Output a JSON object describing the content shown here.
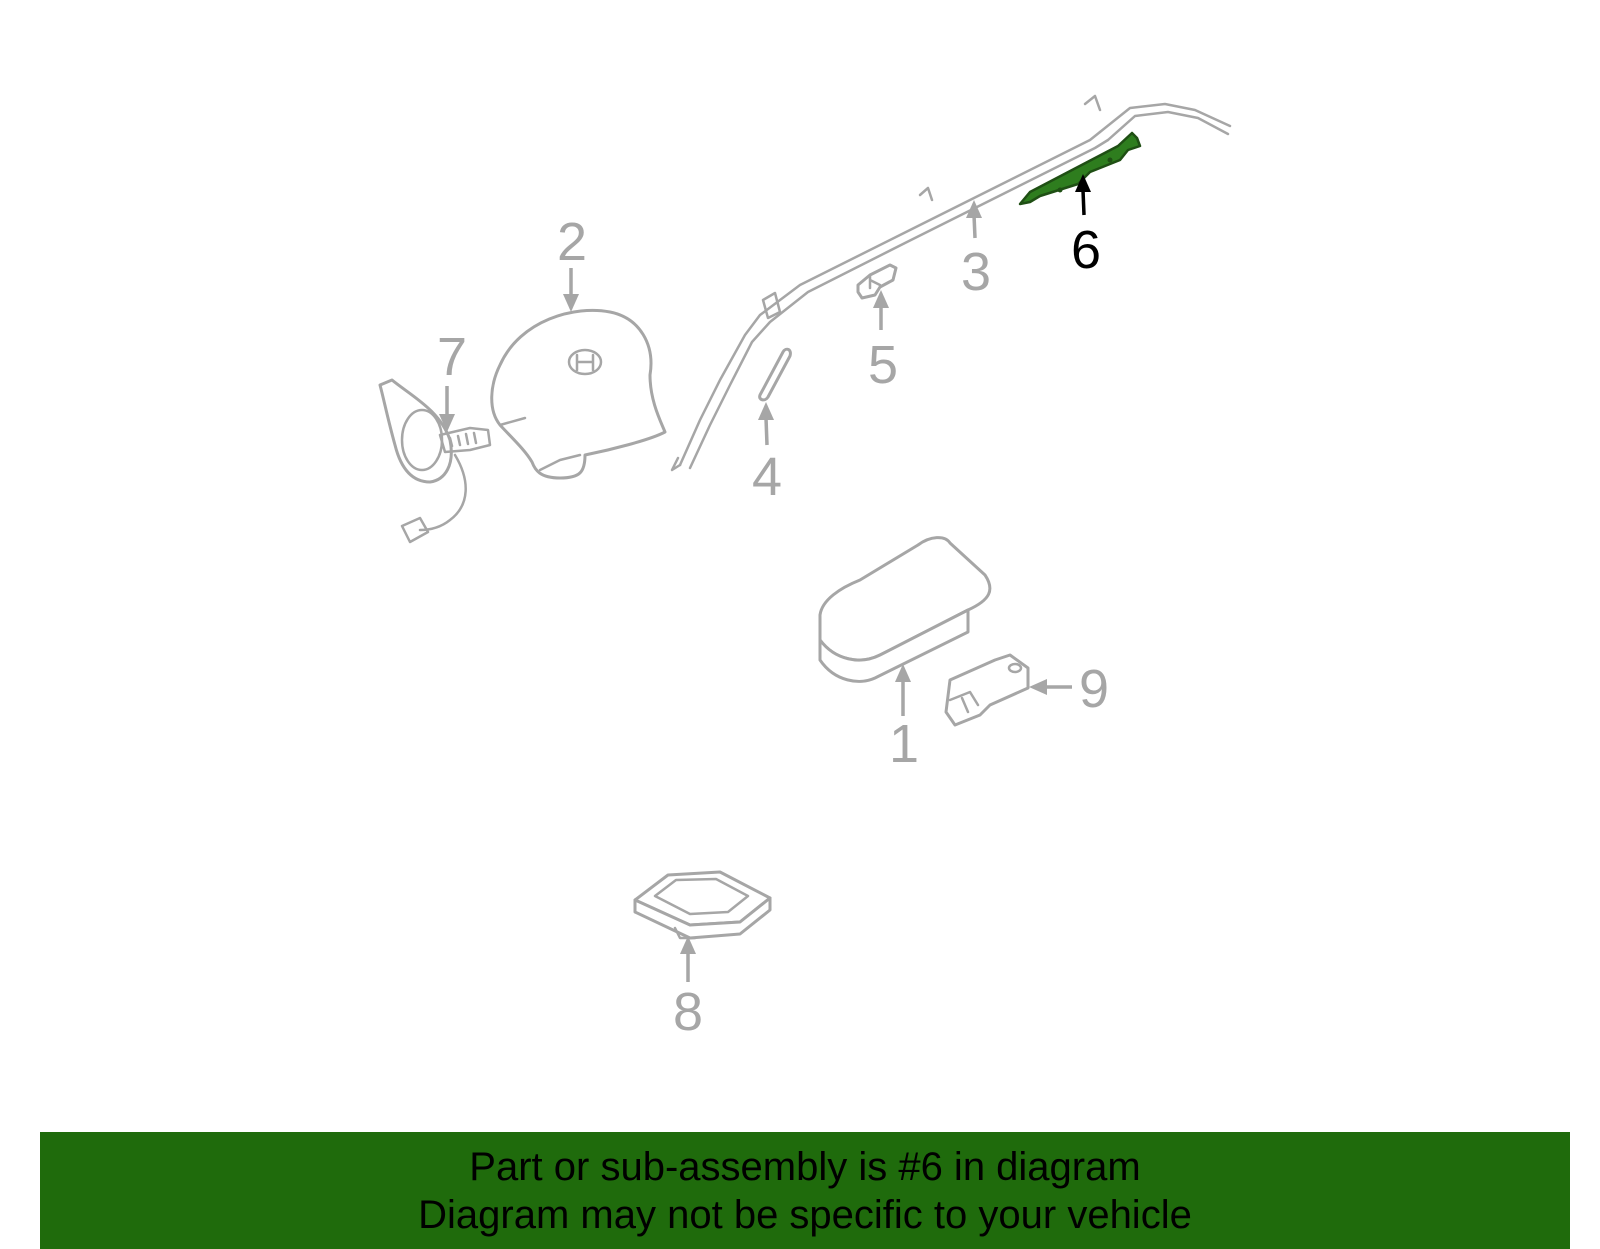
{
  "callouts": {
    "c1": "1",
    "c2": "2",
    "c3": "3",
    "c4": "4",
    "c5": "5",
    "c6": "6",
    "c7": "7",
    "c8": "8",
    "c9": "9"
  },
  "highlighted_part": "6",
  "colors": {
    "highlight": "#2e7d1e",
    "banner_background": "#1f6b0c",
    "part_outline": "#a6a6a6"
  },
  "banner": {
    "line1": "Part or sub-assembly is #6 in diagram",
    "line2": "Diagram may not be specific to your vehicle"
  }
}
